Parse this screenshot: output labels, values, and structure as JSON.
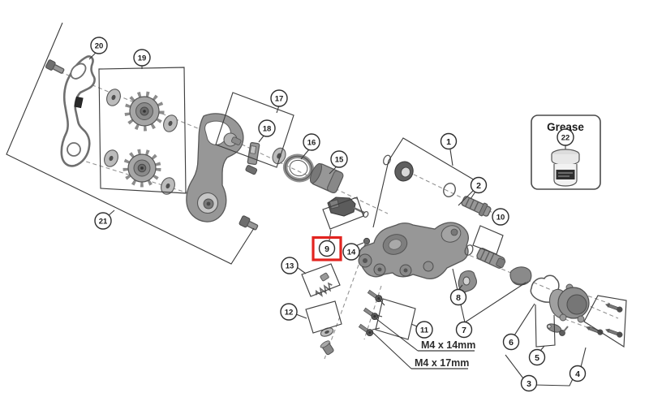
{
  "diagram": {
    "kind": "exploded-parts-diagram",
    "subject": "rear derailleur assembly",
    "background": "#ffffff",
    "line_color": "#3a3a3a",
    "part_color": "#979797",
    "highlight_color": "#e22420"
  },
  "callouts": {
    "c1": "1",
    "c2": "2",
    "c3": "3",
    "c4": "4",
    "c5": "5",
    "c6": "6",
    "c7": "7",
    "c8": "8",
    "c9": "9",
    "c10": "10",
    "c11": "11",
    "c12": "12",
    "c13": "13",
    "c14": "14",
    "c15": "15",
    "c16": "16",
    "c17": "17",
    "c18": "18",
    "c19": "19",
    "c20": "20",
    "c21": "21",
    "c22": "22"
  },
  "highlighted_callout": "9",
  "grease_box": {
    "title": "Grease",
    "callout": "22"
  },
  "labels": {
    "bolt_m4_14": "M4 x 14mm",
    "bolt_m4_17": "M4 x 17mm"
  }
}
